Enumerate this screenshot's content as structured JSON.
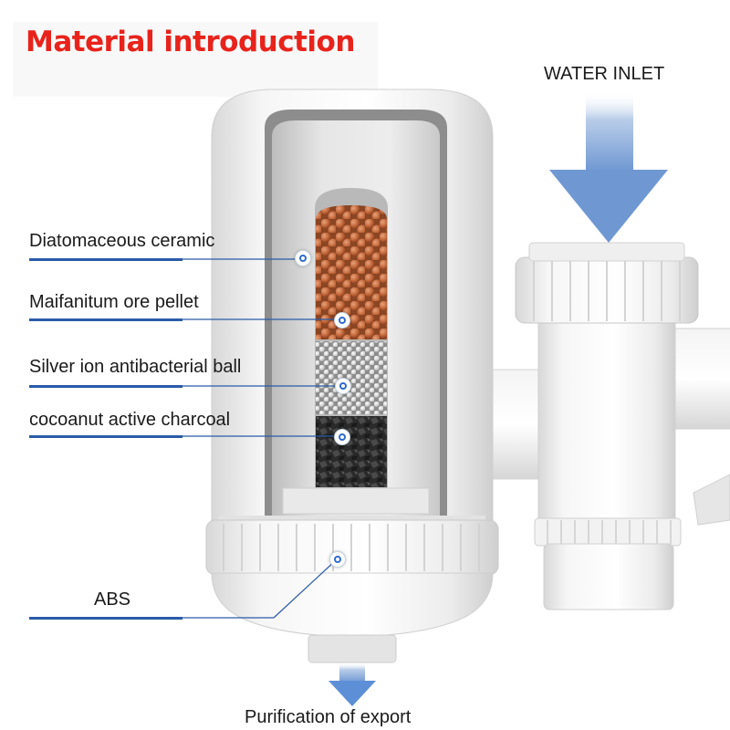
{
  "title": "Material introduction",
  "labels": {
    "water_inlet": "WATER INLET",
    "diatomaceous": "Diatomaceous ceramic",
    "maifanitum": "Maifanitum ore pellet",
    "silver_ion": "Silver ion antibacterial ball",
    "charcoal": "cocoanut active charcoal",
    "abs": "ABS",
    "outlet": "Purification of export"
  },
  "colors": {
    "title": "#e8231b",
    "leader_line": "#2a5ba8",
    "arrow": "#7ea6d8",
    "ceramic": "#c56a3c",
    "silver": "#c9c9c9",
    "charcoal": "#2e2e2e"
  }
}
